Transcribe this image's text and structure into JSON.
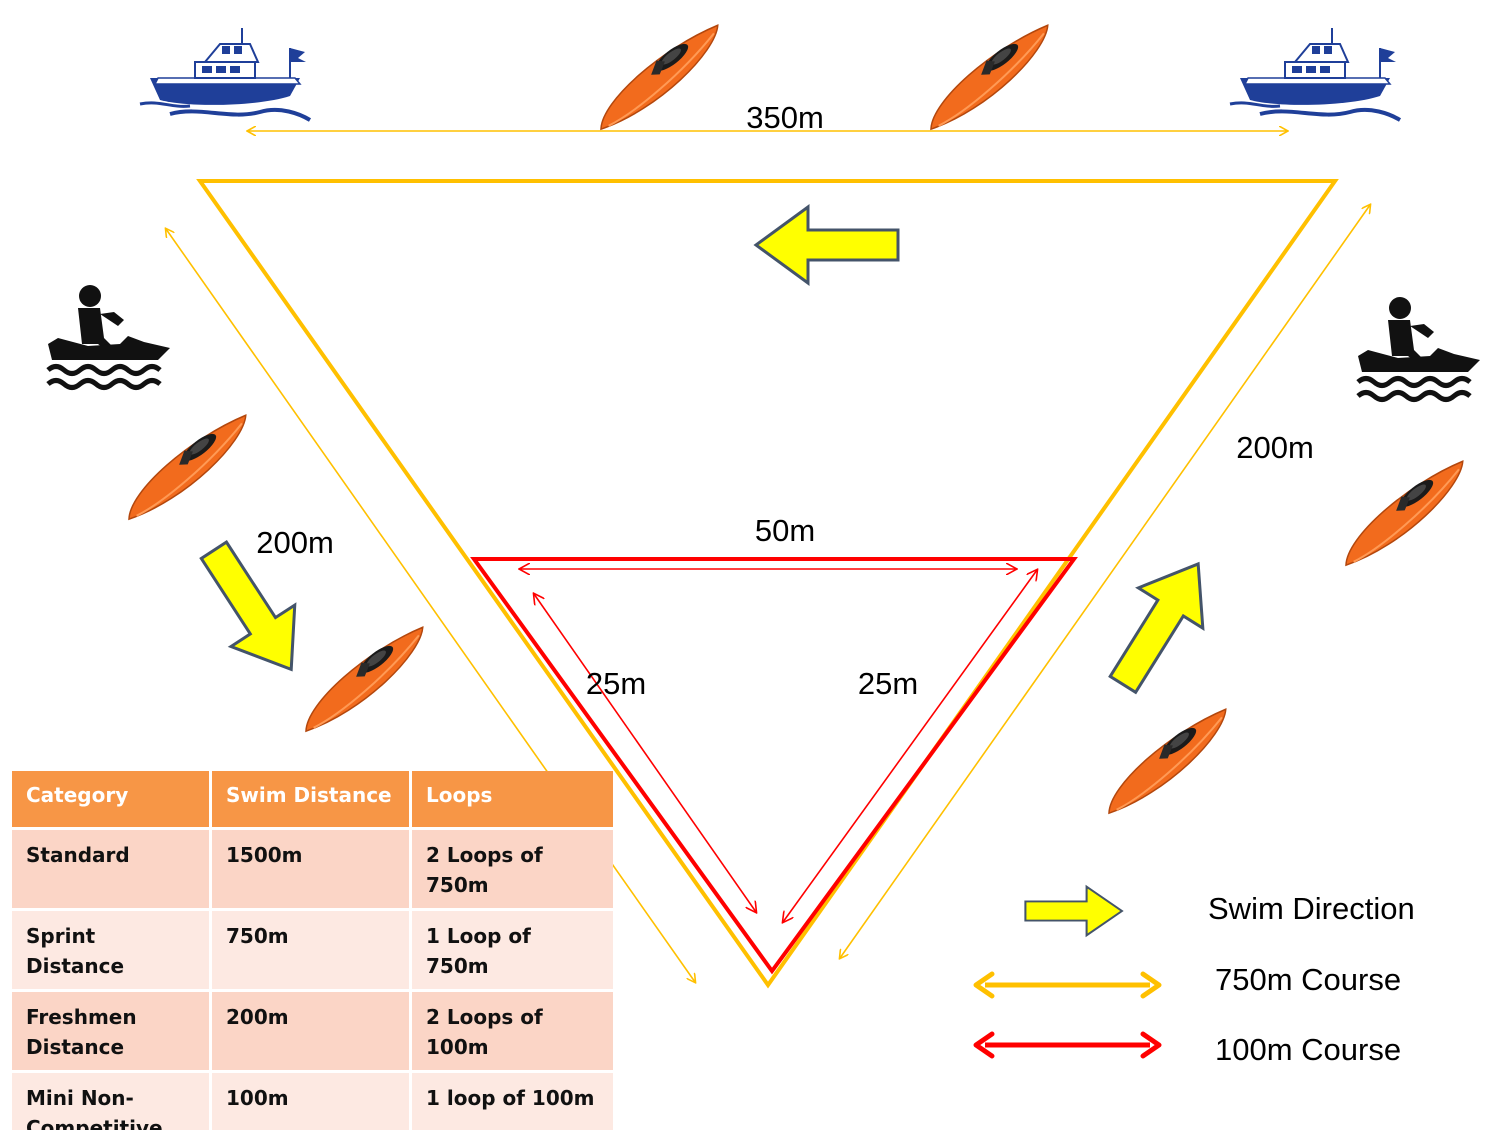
{
  "course": {
    "top_distance": "350m",
    "left_distance": "200m",
    "right_distance": "200m",
    "inner_top_distance": "50m",
    "inner_left_distance": "25m",
    "inner_right_distance": "25m"
  },
  "legend": {
    "items": [
      {
        "label": "Swim Direction",
        "icon": "yellow-arrow-icon",
        "color": "#ffff00"
      },
      {
        "label": "750m Course",
        "icon": "double-arrow-icon",
        "color": "#ffc000"
      },
      {
        "label": "100m Course",
        "icon": "double-arrow-icon",
        "color": "#ff0000"
      }
    ]
  },
  "table": {
    "headers": [
      "Category",
      "Swim Distance",
      "Loops"
    ],
    "rows": [
      [
        "Standard",
        "1500m",
        "2 Loops of 750m"
      ],
      [
        "Sprint Distance",
        "750m",
        "1 Loop of 750m"
      ],
      [
        "Freshmen Distance",
        "200m",
        "2 Loops of 100m"
      ],
      [
        "Mini Non-Competitive",
        "100m",
        "1 loop of 100m"
      ]
    ],
    "header_color": "#f79646",
    "row_color": "#fbd4c4"
  },
  "icons": {
    "boats": [
      "boat-icon",
      "boat-icon"
    ],
    "kayaks": [
      "kayak-icon",
      "kayak-icon",
      "kayak-icon",
      "kayak-icon",
      "kayak-icon",
      "kayak-icon",
      "kayak-icon"
    ],
    "jetskis": [
      "jetski-icon",
      "jetski-icon"
    ]
  },
  "colors": {
    "course_750": "#ffc000",
    "course_100": "#ff0000",
    "swim_arrow_fill": "#ffff00",
    "swim_arrow_stroke": "#44546a",
    "boat": "#1f3f99",
    "kayak": "#f26b1d"
  }
}
